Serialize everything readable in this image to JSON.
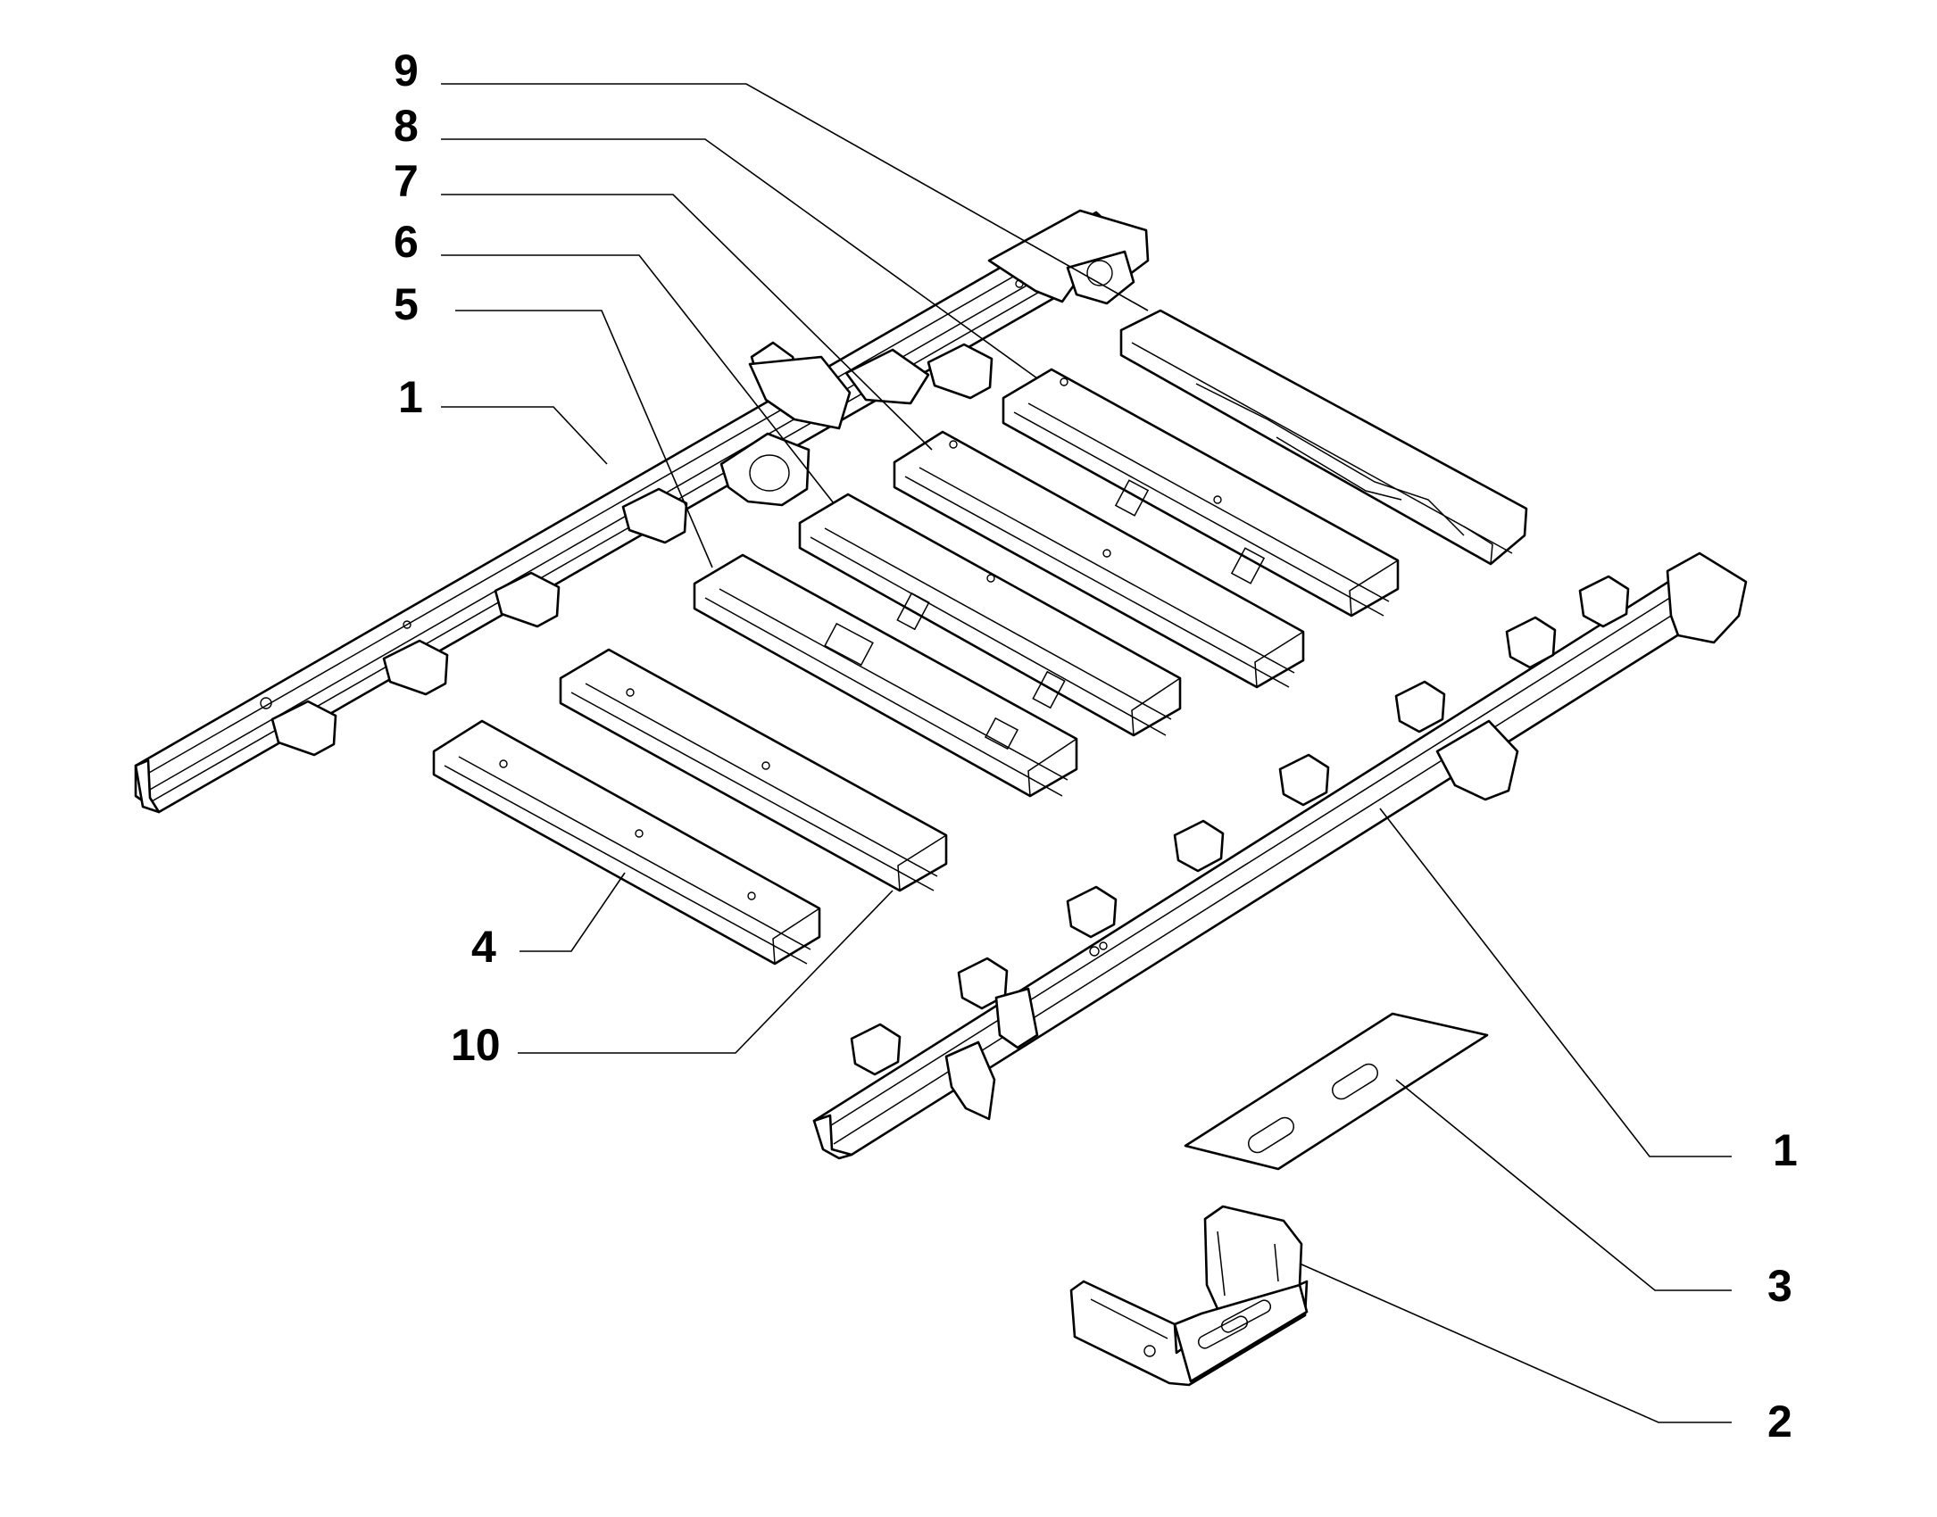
{
  "callouts": [
    {
      "id": "c9",
      "text": "9"
    },
    {
      "id": "c8",
      "text": "8"
    },
    {
      "id": "c7",
      "text": "7"
    },
    {
      "id": "c6",
      "text": "6"
    },
    {
      "id": "c5",
      "text": "5"
    },
    {
      "id": "c1a",
      "text": "1"
    },
    {
      "id": "c4",
      "text": "4"
    },
    {
      "id": "c10",
      "text": "10"
    },
    {
      "id": "c1b",
      "text": "1"
    },
    {
      "id": "c3",
      "text": "3"
    },
    {
      "id": "c2",
      "text": "2"
    }
  ],
  "colors": {
    "line": "#000000",
    "background": "#ffffff"
  }
}
